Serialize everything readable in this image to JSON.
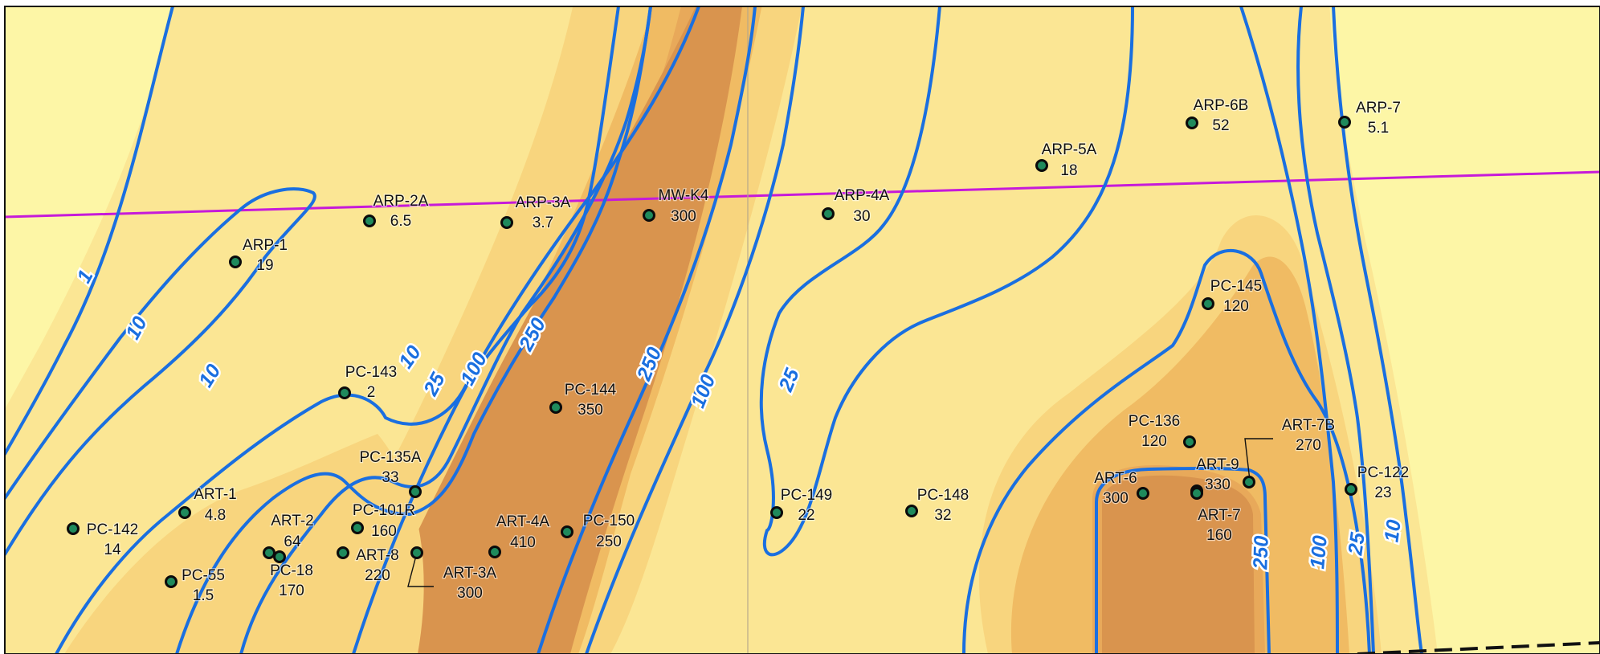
{
  "colors": {
    "contour_line": "#1a6fe0",
    "boundary_line": "#c61ad9",
    "well_fill": "#1f8a5c",
    "frame": "#111111",
    "zone_lt_1": "#fdf6a6",
    "zone_1_10": "#fbe694",
    "zone_10_25": "#f8d57e",
    "zone_25_100": "#f0bb63",
    "zone_100_250": "#e8a95a",
    "zone_gt_250": "#d9944e"
  },
  "contour_labels": [
    "1",
    "10",
    "10",
    "10",
    "25",
    "100",
    "250",
    "250",
    "100",
    "25",
    "250",
    "100",
    "25",
    "10"
  ],
  "wells": [
    {
      "id": "ARP-2A",
      "value": "6.5"
    },
    {
      "id": "ARP-3A",
      "value": "3.7"
    },
    {
      "id": "MW-K4",
      "value": "300"
    },
    {
      "id": "ARP-4A",
      "value": "30"
    },
    {
      "id": "ARP-5A",
      "value": "18"
    },
    {
      "id": "ARP-6B",
      "value": "52"
    },
    {
      "id": "ARP-7",
      "value": "5.1"
    },
    {
      "id": "ARP-1",
      "value": "19"
    },
    {
      "id": "PC-145",
      "value": "120"
    },
    {
      "id": "PC-143",
      "value": "2"
    },
    {
      "id": "PC-144",
      "value": "350"
    },
    {
      "id": "PC-136",
      "value": "120"
    },
    {
      "id": "ART-7B",
      "value": "270"
    },
    {
      "id": "PC-135A",
      "value": "33"
    },
    {
      "id": "ART-9",
      "value": "330"
    },
    {
      "id": "ART-6",
      "value": "300"
    },
    {
      "id": "PC-122",
      "value": "23"
    },
    {
      "id": "ART-1",
      "value": "4.8"
    },
    {
      "id": "PC-149",
      "value": "22"
    },
    {
      "id": "PC-148",
      "value": "32"
    },
    {
      "id": "PC-101R",
      "value": "160"
    },
    {
      "id": "ART-7",
      "value": "160"
    },
    {
      "id": "PC-142",
      "value": "14"
    },
    {
      "id": "ART-2",
      "value": "64"
    },
    {
      "id": "ART-4A",
      "value": "410"
    },
    {
      "id": "PC-150",
      "value": "250"
    },
    {
      "id": "ART-8",
      "value": "220"
    },
    {
      "id": "PC-18",
      "value": "170"
    },
    {
      "id": "ART-3A",
      "value": "300"
    },
    {
      "id": "PC-55",
      "value": "1.5"
    }
  ]
}
